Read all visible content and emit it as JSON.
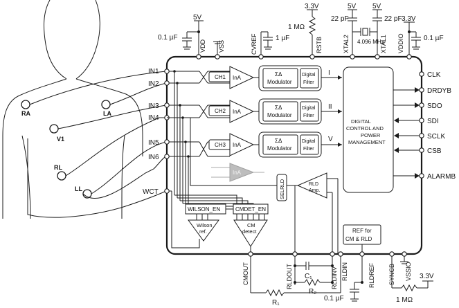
{
  "top_pins": {
    "supply_5v_a": "5V",
    "cap_a": "0.1 µF",
    "vdd": "VDD",
    "vss": "VSS",
    "cvref": "CVREF",
    "cap_cvref": "1 µF",
    "supply_33_rstb": "3.3V",
    "res_rstb": "1 MΩ",
    "rstb": "RSTB",
    "supply_5v_x2": "5V",
    "cap_x2": "22 pF",
    "xtal2": "XTAL2",
    "crystal": "4.096 MHz",
    "supply_5v_x1": "5V",
    "cap_x1": "22 pF",
    "xtal1": "XTAL1",
    "supply_33_vddio": "3.3V",
    "vddio": "VDDIO",
    "cap_vddio": "0.1 µF"
  },
  "left_pins": [
    "IN1",
    "IN2",
    "IN3",
    "IN4",
    "IN5",
    "IN6",
    "WCT"
  ],
  "electrodes": [
    "RA",
    "LA",
    "V1",
    "RL",
    "LL"
  ],
  "channels": [
    {
      "ch": "CH1",
      "amp": "InA",
      "mod1": "ΣΔ",
      "mod2": "Modulator",
      "filt1": "Digital",
      "filt2": "Filter",
      "out": "I"
    },
    {
      "ch": "CH2",
      "amp": "InA",
      "mod1": "ΣΔ",
      "mod2": "Modulator",
      "filt1": "Digital",
      "filt2": "Filter",
      "out": "II"
    },
    {
      "ch": "CH3",
      "amp": "InA",
      "mod1": "ΣΔ",
      "mod2": "Modulator",
      "filt1": "Digital",
      "filt2": "Filter",
      "out": "V"
    }
  ],
  "ghost_amp": "InA",
  "control_block": [
    "DIGITAL",
    "CONTROL AND",
    "POWER",
    "MANAGEMENT"
  ],
  "right_pins": [
    "CLK",
    "DRDYB",
    "SDO",
    "SDI",
    "SCLK",
    "CSB",
    "ALARMB"
  ],
  "selrld": "SELRLD",
  "rld_amp": [
    "RLD",
    "Amp."
  ],
  "wilson_en": "WILSON_EN",
  "cmdet_en": "CMDET_EN",
  "wilson_ref": [
    "Wilson",
    "ref."
  ],
  "cm_detect": [
    "CM",
    "detect"
  ],
  "ref_block": [
    "REF for",
    "CM & RLD"
  ],
  "bottom_pins": {
    "cmout": "CMOUT",
    "rldout": "RLDOUT",
    "rldinv": "RLDINV",
    "rldin": "RLDIN",
    "rldref": "RLDREF",
    "syncb": "SYNCB",
    "vssio": "VSSIO",
    "c1": "C₁",
    "r2": "R₂",
    "r1": "R₁",
    "cap_rldref": "0.1 µF",
    "res_syncb": "1 MΩ",
    "supply_33": "3.3V"
  }
}
